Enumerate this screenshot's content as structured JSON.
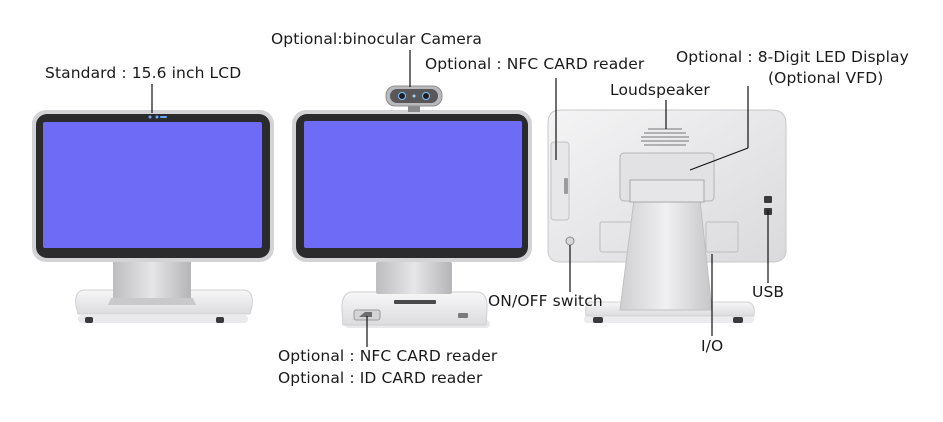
{
  "labels": {
    "standard_lcd": "Standard : 15.6 inch LCD",
    "camera": "Optional:binocular Camera",
    "nfc_top": "Optional : NFC CARD  reader",
    "led_line1": "Optional : 8-Digit LED Display",
    "led_line2": "(Optional VFD)",
    "loudspeaker": "Loudspeaker",
    "on_off": "ON/OFF switch",
    "usb": "USB",
    "io": "I/O",
    "nfc_bottom": "Optional : NFC CARD  reader",
    "id_card": "Optional : ID CARD reader"
  },
  "colors": {
    "screen": "#6e6cf6",
    "bezel": "#2a2a2c",
    "frame": "#d9d9dc",
    "body": "#ececee",
    "leader": "#111111"
  }
}
